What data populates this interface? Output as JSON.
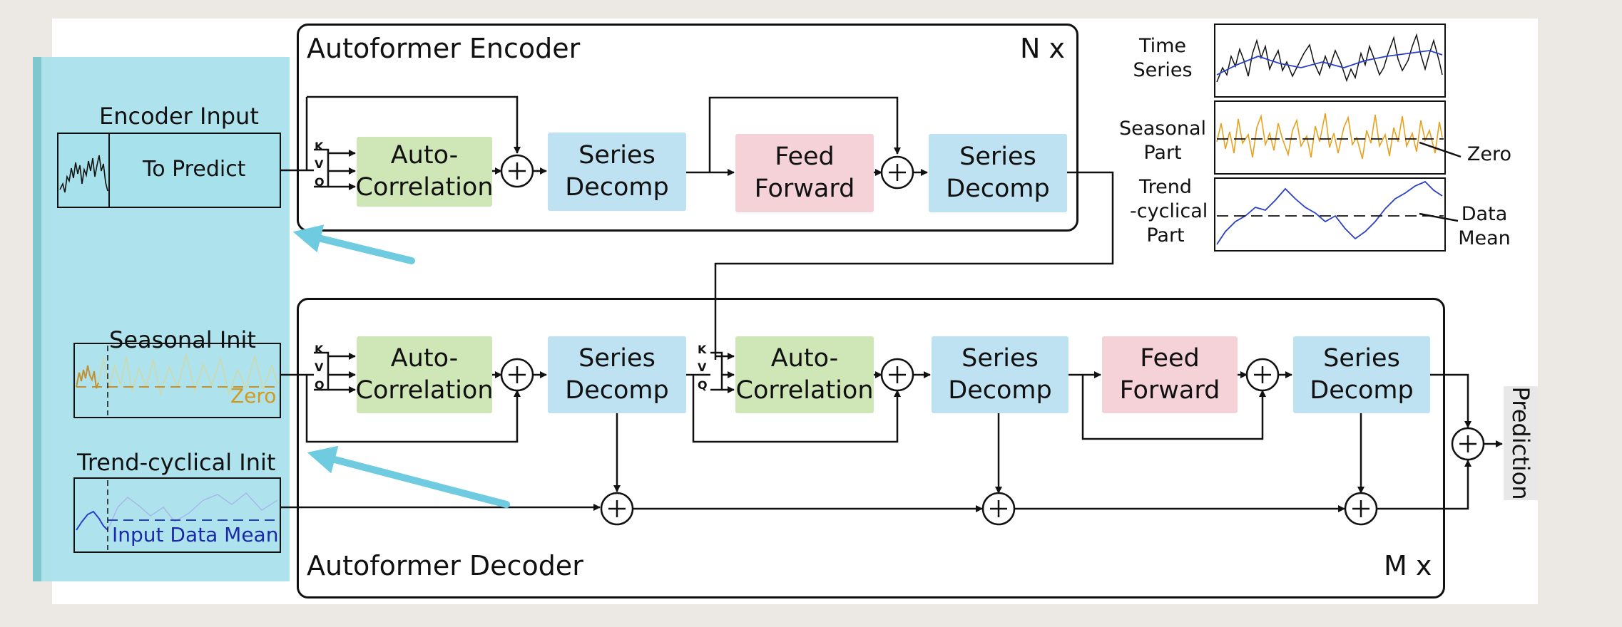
{
  "encoder": {
    "title": "Autoformer Encoder",
    "repeat": "N x",
    "autocorr": "Auto-\nCorrelation",
    "decomp1": "Series\nDecomp",
    "ff": "Feed\nForward",
    "decomp2": "Series\nDecomp",
    "kvq": [
      "K",
      "V",
      "Q"
    ]
  },
  "decoder": {
    "title": "Autoformer Decoder",
    "repeat": "M x",
    "autocorr1": "Auto-\nCorrelation",
    "decomp1": "Series\nDecomp",
    "autocorr2": "Auto-\nCorrelation",
    "decomp2": "Series\nDecomp",
    "ff": "Feed\nForward",
    "decomp3": "Series\nDecomp",
    "kvq": [
      "K",
      "V",
      "Q"
    ]
  },
  "inputs": {
    "encoder_input_label": "Encoder Input",
    "to_predict": "To Predict",
    "seasonal_init_label": "Seasonal Init",
    "seasonal_zero": "Zero",
    "trend_init_label": "Trend-cyclical Init",
    "trend_mean": "Input Data Mean"
  },
  "output": {
    "prediction": "Prediction"
  },
  "legend": {
    "time_series": "Time\nSeries",
    "seasonal_part": "Seasonal\nPart",
    "zero": "Zero",
    "trend_part": "Trend\n-cyclical\nPart",
    "data_mean": "Data\nMean"
  },
  "colors": {
    "autocorrelation": "#cfe6b7",
    "series_decomp": "#bfe2f2",
    "feed_forward": "#f4d2d8",
    "highlight": "#a7e1ec",
    "arrow_highlight": "#6fcbe0",
    "seasonal_line": "#e6a21f",
    "trend_line": "#2a3fc9"
  }
}
